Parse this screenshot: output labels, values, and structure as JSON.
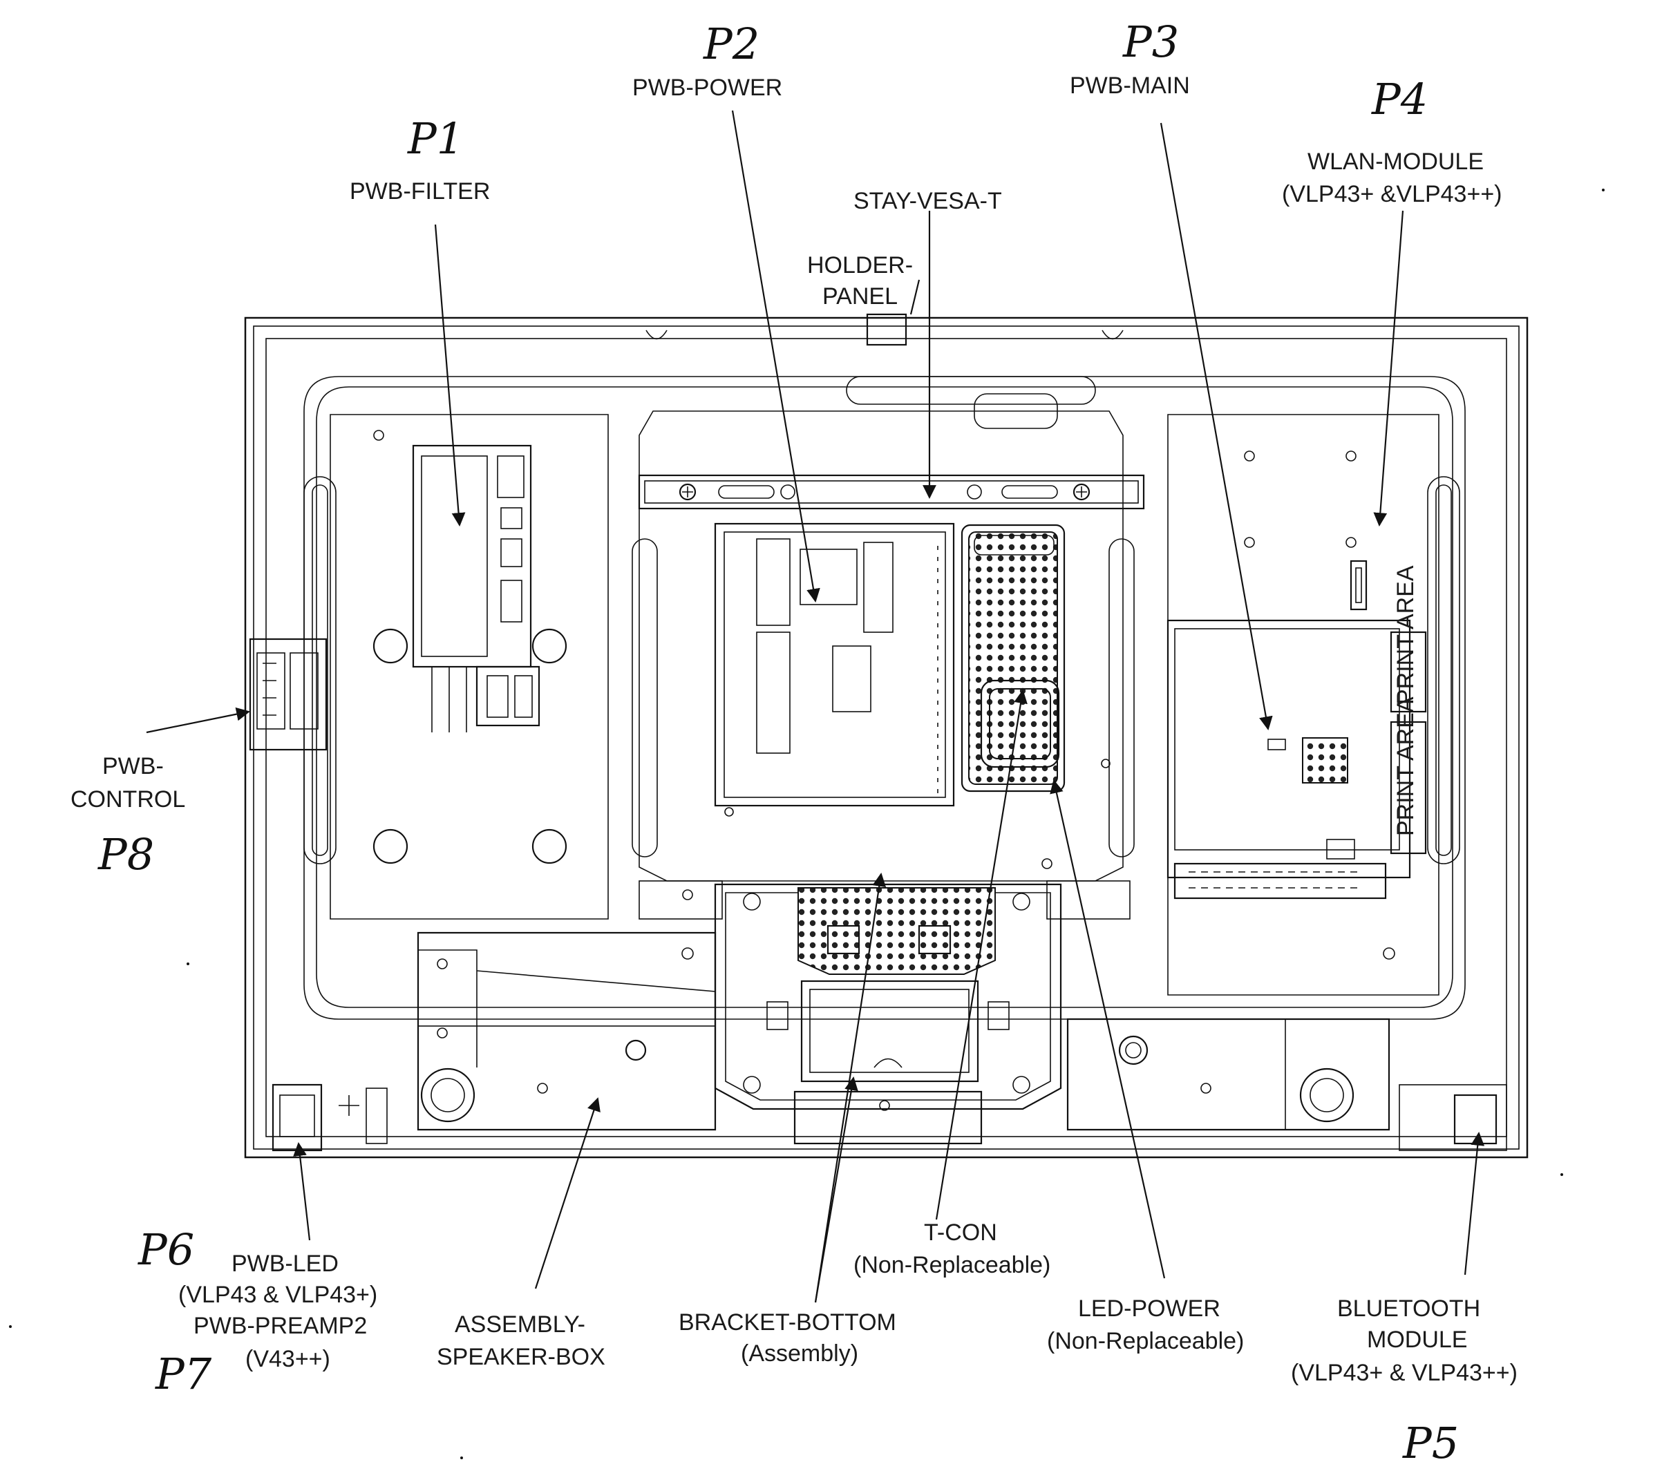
{
  "labels": {
    "pwb_filter": "PWB-FILTER",
    "pwb_power": "PWB-POWER",
    "pwb_main": "PWB-MAIN",
    "wlan_module": "WLAN-MODULE",
    "wlan_models": "(VLP43+ &VLP43++)",
    "stay_vesa": "STAY-VESA-T",
    "holder_panel_1": "HOLDER-",
    "holder_panel_2": "PANEL",
    "pwb_control_1": "PWB-",
    "pwb_control_2": "CONTROL",
    "pwb_led": "PWB-LED",
    "pwb_led_models": "(VLP43 & VLP43+)",
    "pwb_preamp": "PWB-PREAMP2",
    "pwb_preamp_models": "(V43++)",
    "speaker_box_1": "ASSEMBLY-",
    "speaker_box_2": "SPEAKER-BOX",
    "bracket_bottom_1": "BRACKET-BOTTOM",
    "bracket_bottom_2": "(Assembly)",
    "tcon_1": "T-CON",
    "tcon_2": "(Non-Replaceable)",
    "led_power_1": "LED-POWER",
    "led_power_2": "(Non-Replaceable)",
    "bluetooth_1": "BLUETOOTH",
    "bluetooth_2": "MODULE",
    "bluetooth_3": "(VLP43+ & VLP43++)",
    "print_area": "PRINT AREA"
  },
  "markers": {
    "p1": "P1",
    "p2": "P2",
    "p3": "P3",
    "p4": "P4",
    "p5": "P5",
    "p6": "P6",
    "p7": "P7",
    "p8": "P8"
  }
}
